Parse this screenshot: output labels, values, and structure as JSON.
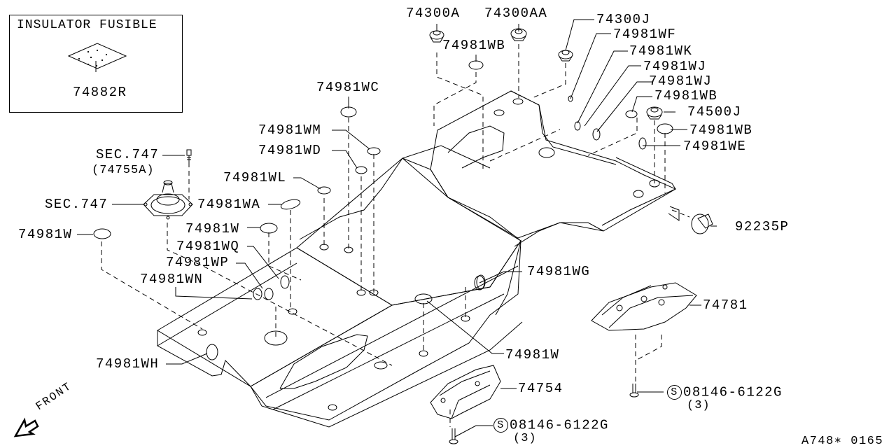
{
  "diagram": {
    "type": "exploded-parts-diagram",
    "subject": "Floor insulator / heat insulator parts",
    "colors": {
      "ink": "#000000",
      "background": "#ffffff"
    },
    "inset": {
      "title": "INSULATOR FUSIBLE",
      "part": "74882R"
    },
    "parts": [
      {
        "id": "74300A",
        "label": "74300A"
      },
      {
        "id": "74300AA",
        "label": "74300AA"
      },
      {
        "id": "74300J",
        "label": "74300J"
      },
      {
        "id": "74981WF",
        "label": "74981WF"
      },
      {
        "id": "74981WK",
        "label": "74981WK"
      },
      {
        "id": "74981WJ-1",
        "label": "74981WJ"
      },
      {
        "id": "74981WJ-2",
        "label": "74981WJ"
      },
      {
        "id": "74981WB-top",
        "label": "74981WB"
      },
      {
        "id": "74981WB-right1",
        "label": "74981WB"
      },
      {
        "id": "74500J",
        "label": "74500J"
      },
      {
        "id": "74981WB-right2",
        "label": "74981WB"
      },
      {
        "id": "74981WE",
        "label": "74981WE"
      },
      {
        "id": "74981WC",
        "label": "74981WC"
      },
      {
        "id": "74981WM",
        "label": "74981WM"
      },
      {
        "id": "74981WD",
        "label": "74981WD"
      },
      {
        "id": "74981WL",
        "label": "74981WL"
      },
      {
        "id": "74981WA",
        "label": "74981WA"
      },
      {
        "id": "74981W-mid",
        "label": "74981W"
      },
      {
        "id": "74981WQ",
        "label": "74981WQ"
      },
      {
        "id": "74981WP",
        "label": "74981WP"
      },
      {
        "id": "74981WN",
        "label": "74981WN"
      },
      {
        "id": "74981W-left",
        "label": "74981W"
      },
      {
        "id": "74981WH",
        "label": "74981WH"
      },
      {
        "id": "74981WG",
        "label": "74981WG"
      },
      {
        "id": "74981W-bottom",
        "label": "74981W"
      },
      {
        "id": "92235P",
        "label": "92235P"
      },
      {
        "id": "74781",
        "label": "74781"
      },
      {
        "id": "74754",
        "label": "74754"
      }
    ],
    "sec_refs": [
      {
        "label": "SEC.747",
        "sub": "(74755A)"
      },
      {
        "label": "SEC.747"
      }
    ],
    "fasteners": [
      {
        "symbol": "S",
        "part": "08146-6122G",
        "qty": "(3)"
      },
      {
        "symbol": "S",
        "part": "08146-6122G",
        "qty": "(3)"
      }
    ],
    "direction": "FRONT",
    "drawing_id": "A748∗ 0165"
  }
}
